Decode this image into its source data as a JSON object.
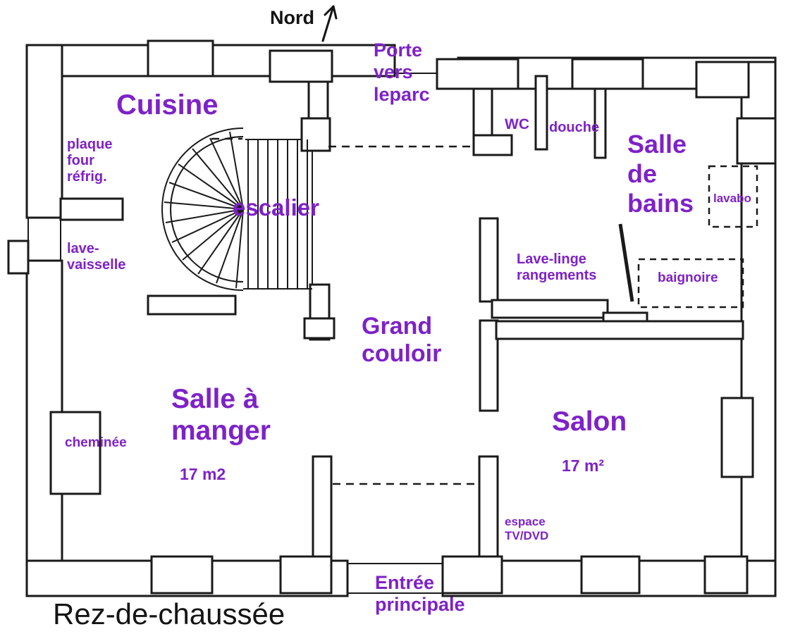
{
  "colors": {
    "label": "#7e22c8",
    "ink": "#141414",
    "wall": "#1a1a1a",
    "background": "#ffffff"
  },
  "compass": {
    "label": "Nord"
  },
  "plan_title": "Rez-de-chaussée",
  "labels": {
    "cuisine": "Cuisine",
    "porte_parc": "Porte\nvers\nleparc",
    "plaque_four_refrig": "plaque\nfour\nréfrig.",
    "escalier": "escalier",
    "wc": "WC",
    "douche": "douche",
    "salle_de_bains": "Salle\nde\nbains",
    "lavabo": "lavabo",
    "lave_vaisselle": "lave-\nvaisselle",
    "lave_linge_rangements": "Lave-linge\nrangements",
    "baignoire": "baignoire",
    "grand_couloir": "Grand\ncouloir",
    "salle_a_manger": "Salle à\nmanger",
    "salle_a_manger_surface": "17 m2",
    "cheminee": "cheminée",
    "salon": "Salon",
    "salon_surface": "17 m²",
    "espace_tv_dvd": "espace\nTV/DVD",
    "entree_principale": "Entrée\nprincipale"
  }
}
